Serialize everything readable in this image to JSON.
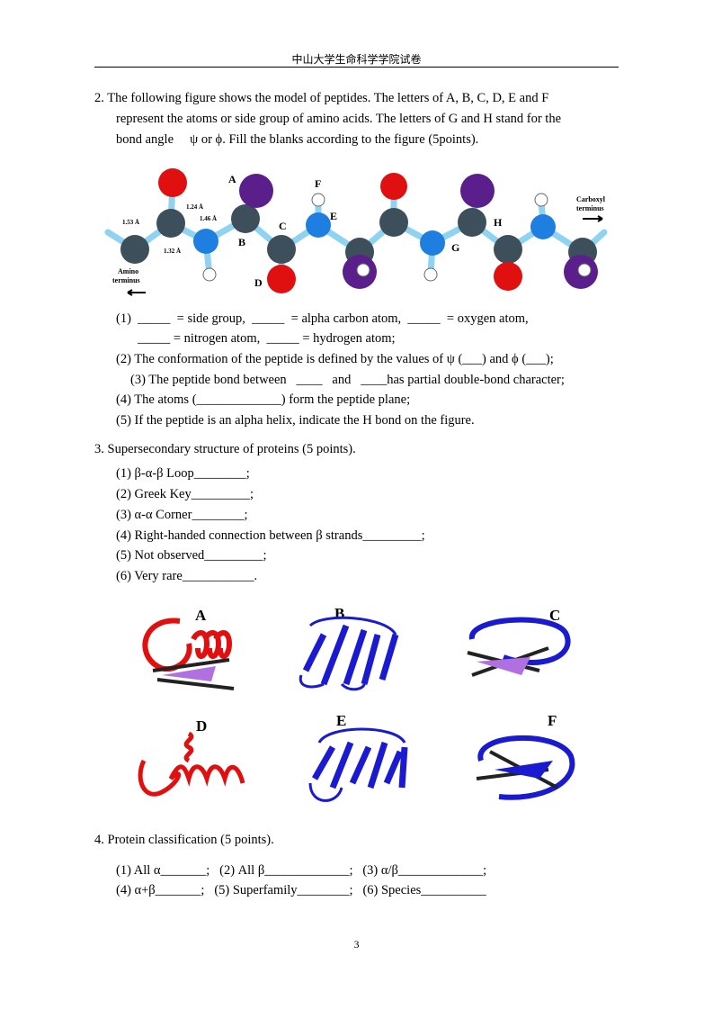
{
  "header": {
    "title": "中山大学生命科学学院试卷"
  },
  "q2": {
    "lines": [
      "2. The following figure shows the model of peptides. The letters of A, B, C, D, E and F",
      "represent the atoms or side group of amino acids. The letters of G and H stand for the",
      "bond angle     ψ or ϕ. Fill the blanks according to the figure (5points)."
    ],
    "figure": {
      "labels": {
        "A": "A",
        "B": "B",
        "C": "C",
        "D": "D",
        "E": "E",
        "F": "F",
        "G": "G",
        "H": "H"
      },
      "bond_lengths": [
        "1.24 Å",
        "1.46 Å",
        "1.53 Å",
        "1.32 Å"
      ],
      "amino": [
        "Amino",
        "terminus"
      ],
      "carboxyl": [
        "Carboxyl",
        "terminus"
      ],
      "colors": {
        "carbon": "#3e4f5c",
        "nitrogen": "#1f7fe0",
        "oxygen": "#e01010",
        "sidegroup": "#5a1f8a",
        "hydrogen": "#ffffff",
        "bond": "#8fd3f0"
      }
    },
    "answers": [
      "(1)  _____  = side group,  _____  = alpha carbon atom,  _____  = oxygen atom,",
      "_____ = nitrogen atom,  _____ = hydrogen atom;",
      "(2) The conformation of the peptide is defined by the values of ψ (___) and ϕ (___);",
      "(3) The peptide bond between   ____   and   ____has partial double-bond character;",
      "(4) The atoms (_____________) form the peptide plane;",
      "(5) If the peptide is an alpha helix, indicate the H bond on the figure."
    ]
  },
  "q3": {
    "title": "3. Supersecondary structure of proteins (5 points).",
    "items": [
      "(1) β-α-β Loop________;",
      "(2) Greek Key_________;",
      "(3) α-α Corner________;",
      "(4) Right-handed connection between β strands_________;",
      "(5) Not observed_________;",
      "(6) Very rare___________."
    ],
    "figure_labels": [
      "A",
      "B",
      "C",
      "D",
      "E",
      "F"
    ]
  },
  "q4": {
    "title": "4. Protein classification (5 points).",
    "row1": "(1) All α_______;   (2) All β_____________;   (3) α/β_____________;",
    "row2": "(4) α+β_______;   (5) Superfamily________;   (6) Species__________"
  },
  "page_number": "3"
}
